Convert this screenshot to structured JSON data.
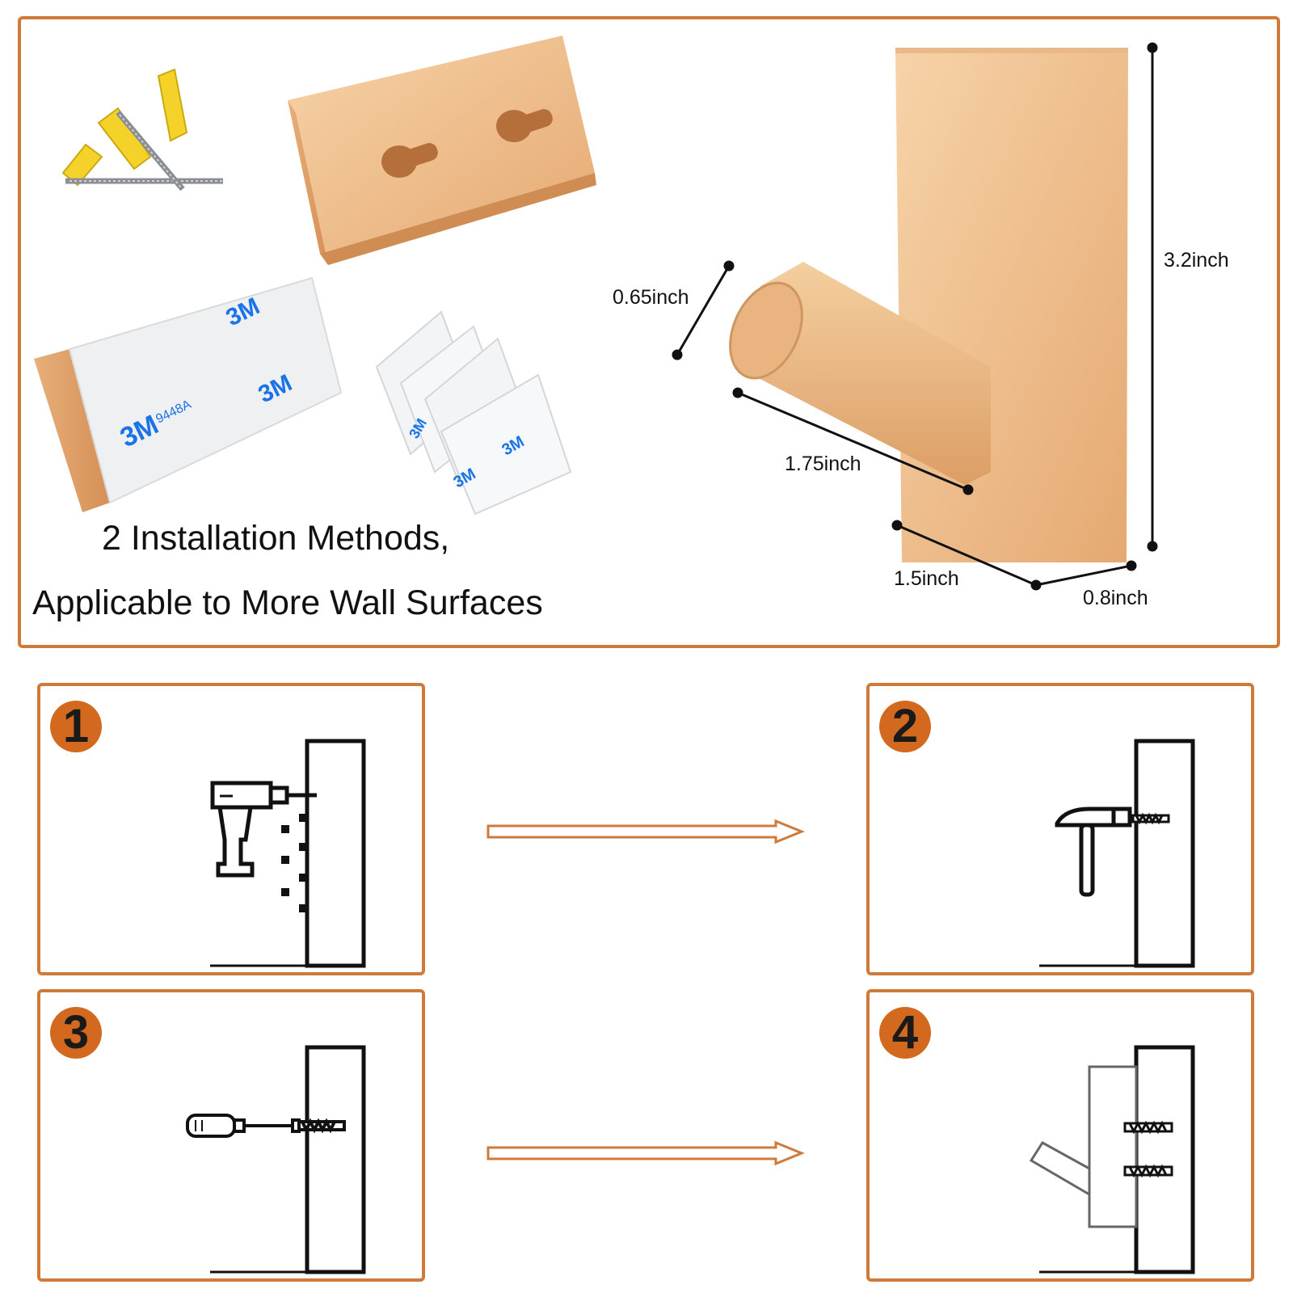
{
  "caption": {
    "line1": "2 Installation Methods,",
    "line2": "Applicable to More Wall Surfaces"
  },
  "dimensions": {
    "peg_diameter": "0.65inch",
    "peg_length": "1.75inch",
    "base_width": "1.5inch",
    "base_depth": "0.8inch",
    "height": "3.2inch"
  },
  "tape_print": {
    "brand": "3M",
    "model": "9448A"
  },
  "steps": [
    {
      "number": "1",
      "tool": "drill-icon"
    },
    {
      "number": "2",
      "tool": "hammer-icon"
    },
    {
      "number": "3",
      "tool": "screwdriver-icon"
    },
    {
      "number": "4",
      "tool": "hook-mounted-icon"
    }
  ],
  "colors": {
    "frame": "#d07a3a",
    "badge": "#d2691e",
    "wood_light": "#f3c99a",
    "wood_dark": "#d99a62",
    "tape_blue": "#1a73e8",
    "anchor_yellow": "#f5d22a"
  }
}
